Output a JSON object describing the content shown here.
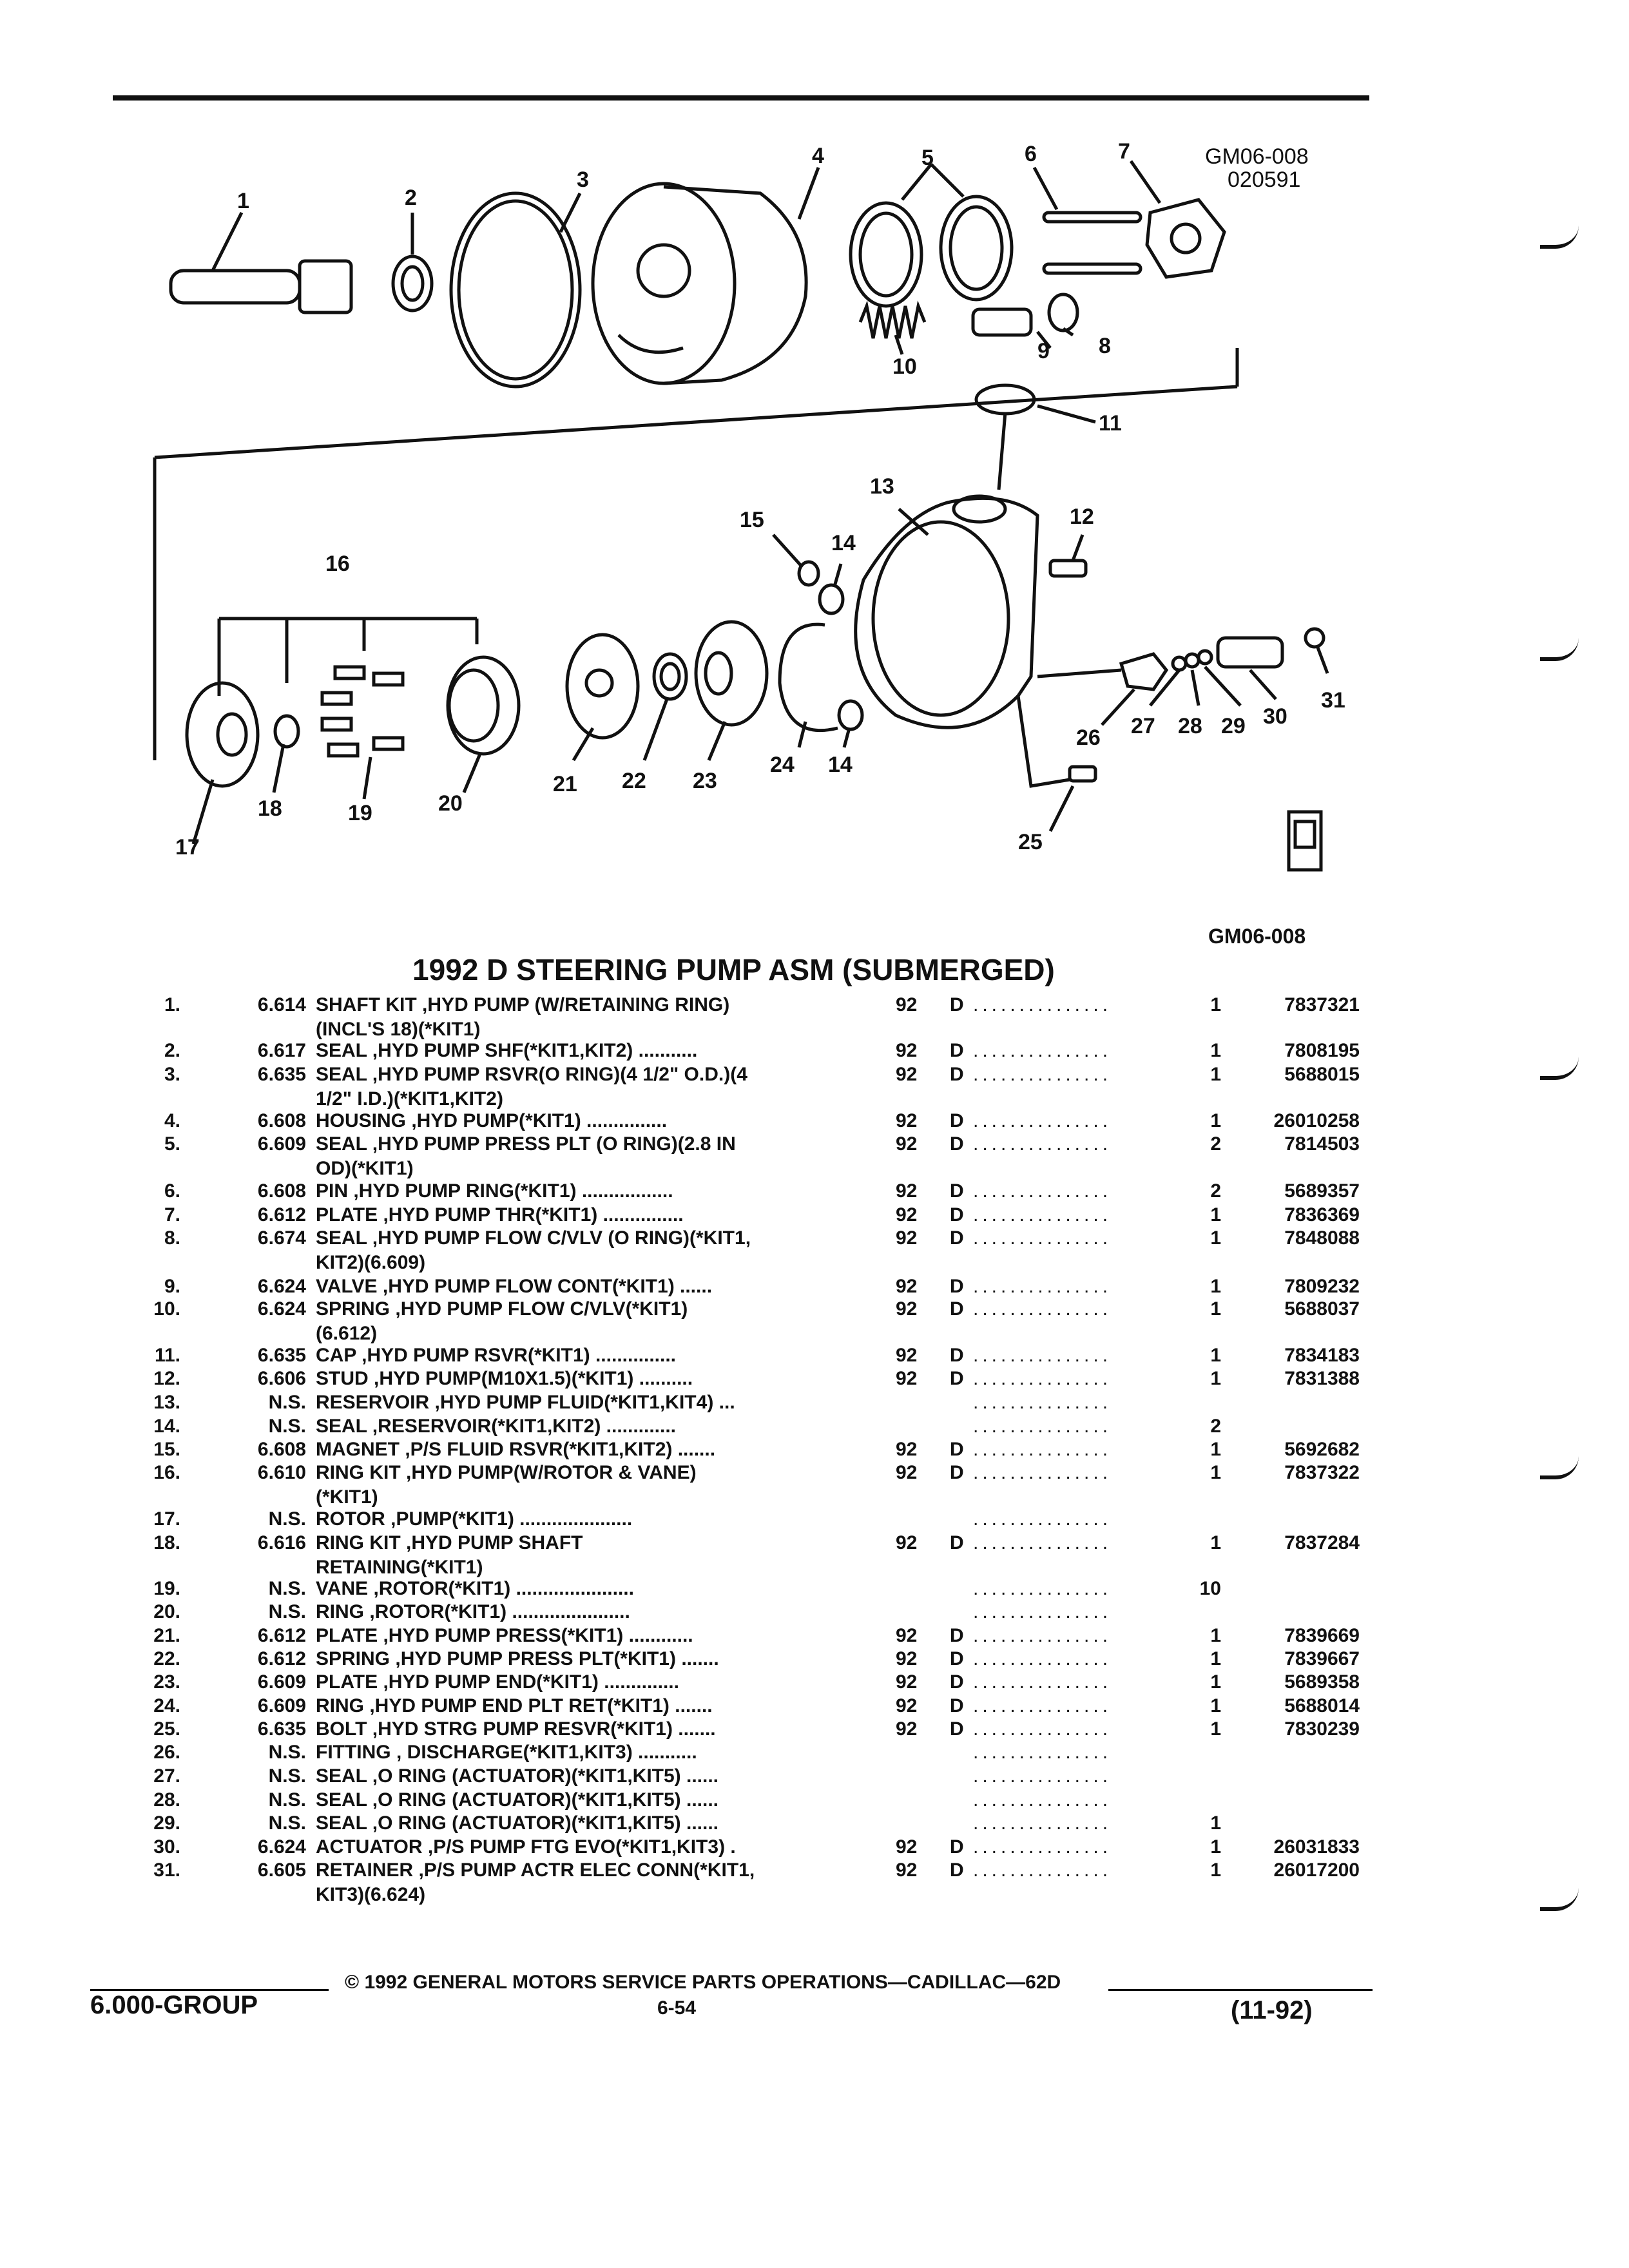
{
  "diagram": {
    "figure_code": "GM06-008",
    "figure_date": "020591",
    "callouts": [
      "1",
      "2",
      "3",
      "4",
      "5",
      "6",
      "7",
      "8",
      "9",
      "10",
      "11",
      "12",
      "13",
      "14",
      "14",
      "15",
      "16",
      "17",
      "18",
      "19",
      "20",
      "21",
      "22",
      "23",
      "24",
      "25",
      "26",
      "27",
      "28",
      "29",
      "30",
      "31"
    ]
  },
  "figure_id": "GM06-008",
  "title": "1992 D STEERING PUMP ASM (SUBMERGED)",
  "rows": [
    {
      "num": "1.",
      "sec": "6.614",
      "name": "SHAFT KIT",
      "rest": " ,HYD PUMP (W/RETAINING RING)",
      "cont": "(INCL'S 18)(*KIT1)",
      "yr": "92",
      "ser": "D",
      "dots": "...............",
      "qty": "1",
      "part": "7837321"
    },
    {
      "num": "2.",
      "sec": "6.617",
      "name": "SEAL",
      "rest": " ,HYD PUMP SHF(*KIT1,KIT2) ...........",
      "cont": "",
      "yr": "92",
      "ser": "D",
      "dots": "...............",
      "qty": "1",
      "part": "7808195"
    },
    {
      "num": "3.",
      "sec": "6.635",
      "name": "SEAL",
      "rest": " ,HYD PUMP RSVR(O RING)(4 1/2\" O.D.)(4",
      "cont": "1/2\" I.D.)(*KIT1,KIT2)",
      "yr": "92",
      "ser": "D",
      "dots": "...............",
      "qty": "1",
      "part": "5688015"
    },
    {
      "num": "4.",
      "sec": "6.608",
      "name": "HOUSING",
      "rest": " ,HYD PUMP(*KIT1) ...............",
      "cont": "",
      "yr": "92",
      "ser": "D",
      "dots": "...............",
      "qty": "1",
      "part": "26010258"
    },
    {
      "num": "5.",
      "sec": "6.609",
      "name": "SEAL",
      "rest": " ,HYD PUMP PRESS PLT (O RING)(2.8 IN",
      "cont": "OD)(*KIT1)",
      "yr": "92",
      "ser": "D",
      "dots": "...............",
      "qty": "2",
      "part": "7814503"
    },
    {
      "num": "6.",
      "sec": "6.608",
      "name": "PIN",
      "rest": " ,HYD PUMP RING(*KIT1) .................",
      "cont": "",
      "yr": "92",
      "ser": "D",
      "dots": "...............",
      "qty": "2",
      "part": "5689357"
    },
    {
      "num": "7.",
      "sec": "6.612",
      "name": "PLATE",
      "rest": " ,HYD PUMP THR(*KIT1) ...............",
      "cont": "",
      "yr": "92",
      "ser": "D",
      "dots": "...............",
      "qty": "1",
      "part": "7836369"
    },
    {
      "num": "8.",
      "sec": "6.674",
      "name": "SEAL",
      "rest": " ,HYD PUMP FLOW C/VLV (O RING)(*KIT1,",
      "cont": "KIT2)(6.609)",
      "yr": "92",
      "ser": "D",
      "dots": "...............",
      "qty": "1",
      "part": "7848088"
    },
    {
      "num": "9.",
      "sec": "6.624",
      "name": "VALVE",
      "rest": " ,HYD PUMP FLOW CONT(*KIT1) ......",
      "cont": "",
      "yr": "92",
      "ser": "D",
      "dots": "...............",
      "qty": "1",
      "part": "7809232"
    },
    {
      "num": "10.",
      "sec": "6.624",
      "name": "SPRING",
      "rest": " ,HYD PUMP FLOW C/VLV(*KIT1)",
      "cont": "(6.612)",
      "yr": "92",
      "ser": "D",
      "dots": "...............",
      "qty": "1",
      "part": "5688037"
    },
    {
      "num": "11.",
      "sec": "6.635",
      "name": "CAP",
      "rest": " ,HYD PUMP RSVR(*KIT1) ...............",
      "cont": "",
      "yr": "92",
      "ser": "D",
      "dots": "...............",
      "qty": "1",
      "part": "7834183"
    },
    {
      "num": "12.",
      "sec": "6.606",
      "name": "STUD",
      "rest": " ,HYD PUMP(M10X1.5)(*KIT1) ..........",
      "cont": "",
      "yr": "92",
      "ser": "D",
      "dots": "...............",
      "qty": "1",
      "part": "7831388"
    },
    {
      "num": "13.",
      "sec": "N.S.",
      "name": "RESERVOIR",
      "rest": " ,HYD PUMP FLUID(*KIT1,KIT4) ...",
      "cont": "",
      "yr": "",
      "ser": "",
      "dots": "...............",
      "qty": "",
      "part": ""
    },
    {
      "num": "14.",
      "sec": "N.S.",
      "name": "SEAL",
      "rest": " ,RESERVOIR(*KIT1,KIT2) .............",
      "cont": "",
      "yr": "",
      "ser": "",
      "dots": "...............",
      "qty": "2",
      "part": ""
    },
    {
      "num": "15.",
      "sec": "6.608",
      "name": "MAGNET",
      "rest": " ,P/S FLUID RSVR(*KIT1,KIT2) .......",
      "cont": "",
      "yr": "92",
      "ser": "D",
      "dots": "...............",
      "qty": "1",
      "part": "5692682"
    },
    {
      "num": "16.",
      "sec": "6.610",
      "name": "RING KIT",
      "rest": " ,HYD PUMP(W/ROTOR & VANE)",
      "cont": "(*KIT1)",
      "yr": "92",
      "ser": "D",
      "dots": "...............",
      "qty": "1",
      "part": "7837322"
    },
    {
      "num": "17.",
      "sec": "N.S.",
      "name": "ROTOR",
      "rest": " ,PUMP(*KIT1) .....................",
      "cont": "",
      "yr": "",
      "ser": "",
      "dots": "...............",
      "qty": "",
      "part": ""
    },
    {
      "num": "18.",
      "sec": "6.616",
      "name": "RING KIT",
      "rest": " ,HYD PUMP SHAFT",
      "cont": "RETAINING(*KIT1)",
      "yr": "92",
      "ser": "D",
      "dots": "...............",
      "qty": "1",
      "part": "7837284"
    },
    {
      "num": "19.",
      "sec": "N.S.",
      "name": "VANE",
      "rest": " ,ROTOR(*KIT1) ......................",
      "cont": "",
      "yr": "",
      "ser": "",
      "dots": "...............",
      "qty": "10",
      "part": ""
    },
    {
      "num": "20.",
      "sec": "N.S.",
      "name": "RING",
      "rest": " ,ROTOR(*KIT1) ......................",
      "cont": "",
      "yr": "",
      "ser": "",
      "dots": "...............",
      "qty": "",
      "part": ""
    },
    {
      "num": "21.",
      "sec": "6.612",
      "name": "PLATE",
      "rest": " ,HYD PUMP PRESS(*KIT1) ............",
      "cont": "",
      "yr": "92",
      "ser": "D",
      "dots": "...............",
      "qty": "1",
      "part": "7839669"
    },
    {
      "num": "22.",
      "sec": "6.612",
      "name": "SPRING",
      "rest": " ,HYD PUMP PRESS PLT(*KIT1) .......",
      "cont": "",
      "yr": "92",
      "ser": "D",
      "dots": "...............",
      "qty": "1",
      "part": "7839667"
    },
    {
      "num": "23.",
      "sec": "6.609",
      "name": "PLATE",
      "rest": " ,HYD PUMP END(*KIT1) ..............",
      "cont": "",
      "yr": "92",
      "ser": "D",
      "dots": "...............",
      "qty": "1",
      "part": "5689358"
    },
    {
      "num": "24.",
      "sec": "6.609",
      "name": "RING",
      "rest": " ,HYD PUMP END PLT RET(*KIT1) .......",
      "cont": "",
      "yr": "92",
      "ser": "D",
      "dots": "...............",
      "qty": "1",
      "part": "5688014"
    },
    {
      "num": "25.",
      "sec": "6.635",
      "name": "BOLT",
      "rest": " ,HYD STRG PUMP RESVR(*KIT1) .......",
      "cont": "",
      "yr": "92",
      "ser": "D",
      "dots": "...............",
      "qty": "1",
      "part": "7830239"
    },
    {
      "num": "26.",
      "sec": "N.S.",
      "name": "FITTING",
      "rest": " , DISCHARGE(*KIT1,KIT3) ...........",
      "cont": "",
      "yr": "",
      "ser": "",
      "dots": "...............",
      "qty": "",
      "part": ""
    },
    {
      "num": "27.",
      "sec": "N.S.",
      "name": "SEAL",
      "rest": " ,O RING (ACTUATOR)(*KIT1,KIT5) ......",
      "cont": "",
      "yr": "",
      "ser": "",
      "dots": "...............",
      "qty": "",
      "part": ""
    },
    {
      "num": "28.",
      "sec": "N.S.",
      "name": "SEAL",
      "rest": " ,O RING (ACTUATOR)(*KIT1,KIT5) ......",
      "cont": "",
      "yr": "",
      "ser": "",
      "dots": "...............",
      "qty": "",
      "part": ""
    },
    {
      "num": "29.",
      "sec": "N.S.",
      "name": "SEAL",
      "rest": " ,O RING (ACTUATOR)(*KIT1,KIT5) ......",
      "cont": "",
      "yr": "",
      "ser": "",
      "dots": "...............",
      "qty": "1",
      "part": ""
    },
    {
      "num": "30.",
      "sec": "6.624",
      "name": "ACTUATOR",
      "rest": " ,P/S PUMP FTG EVO(*KIT1,KIT3) .",
      "cont": "",
      "yr": "92",
      "ser": "D",
      "dots": "...............",
      "qty": "1",
      "part": "26031833"
    },
    {
      "num": "31.",
      "sec": "6.605",
      "name": "RETAINER",
      "rest": " ,P/S PUMP ACTR ELEC CONN(*KIT1,",
      "cont": "KIT3)(6.624)",
      "yr": "92",
      "ser": "D",
      "dots": "...............",
      "qty": "1",
      "part": "26017200"
    }
  ],
  "footer": {
    "group": "6.000-GROUP",
    "copyright": "© 1992 GENERAL MOTORS SERVICE PARTS OPERATIONS—CADILLAC—62D",
    "page": "6-54",
    "date": "(11-92)"
  }
}
